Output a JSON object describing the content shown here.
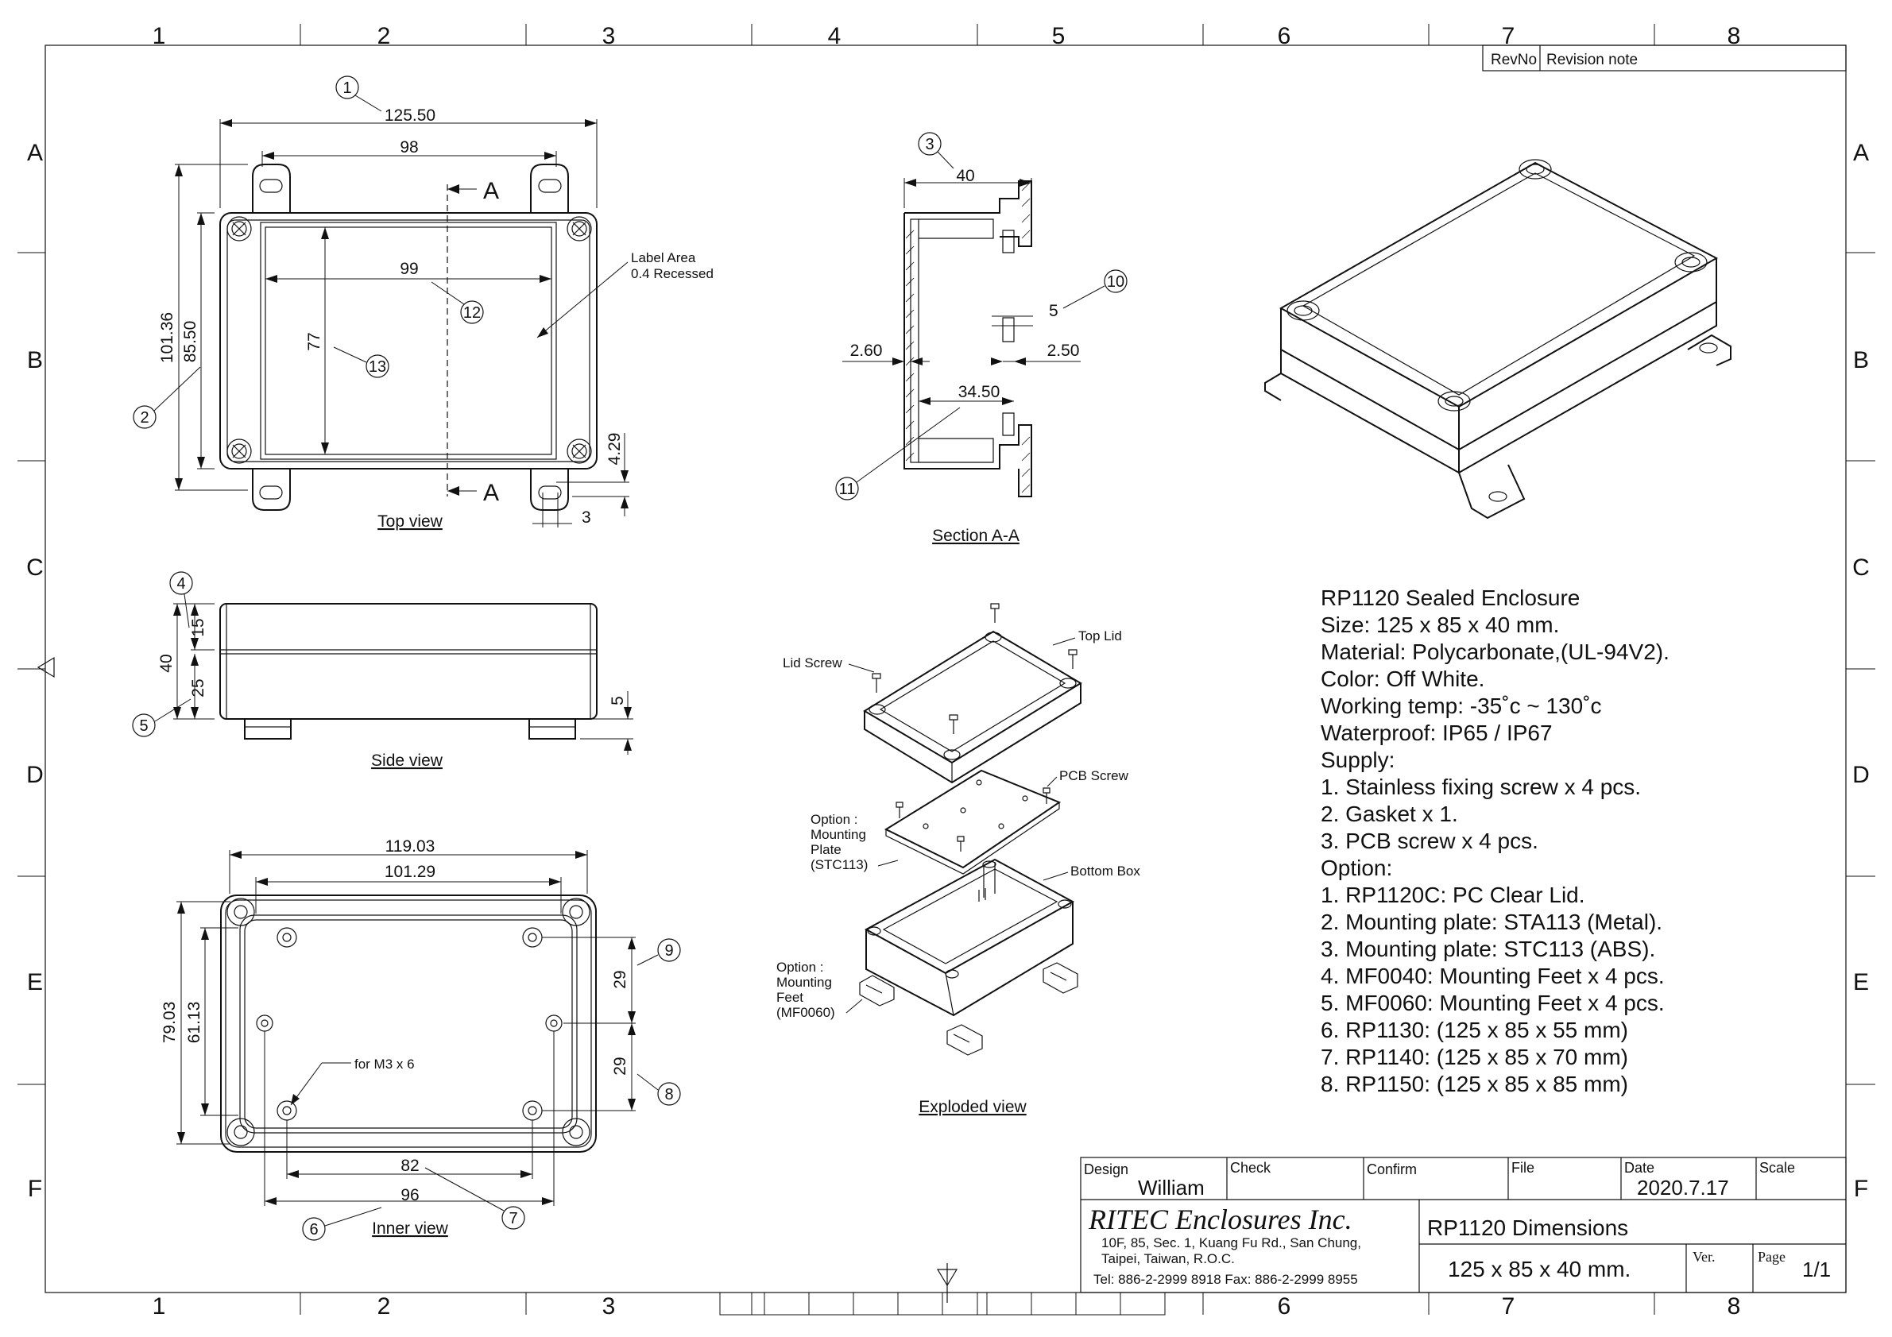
{
  "grid": {
    "columns": [
      "1",
      "2",
      "3",
      "4",
      "5",
      "6",
      "7",
      "8"
    ],
    "rows": [
      "A",
      "B",
      "C",
      "D",
      "E",
      "F"
    ]
  },
  "revision": {
    "col1": "RevNo",
    "col2": "Revision note"
  },
  "views": {
    "top": "Top view",
    "section": "Section A-A",
    "side": "Side view",
    "inner": "Inner view",
    "exploded": "Exploded view"
  },
  "top_view": {
    "dim_overall_w": "125.50",
    "dim_hole_pitch": "98",
    "dim_label_w": "99",
    "dim_label_h": "77",
    "dim_overall_h": "101.36",
    "dim_body_h": "85.50",
    "dim_foot": "4.29",
    "dim_slot": "3",
    "label_area_1": "Label Area",
    "label_area_2": "0.4 Recessed",
    "section_mark": "A"
  },
  "section_view": {
    "dim_height": "40",
    "dim_wall_l": "2.60",
    "dim_wall_r": "2.50",
    "dim_inner": "34.50",
    "dim_lip": "5"
  },
  "side_view": {
    "dim_total": "40",
    "dim_lid": "15",
    "dim_base": "25",
    "dim_foot": "5"
  },
  "inner_view": {
    "dim_outer_w": "119.03",
    "dim_inner_w": "101.29",
    "dim_outer_h": "79.03",
    "dim_inner_h": "61.13",
    "dim_boss_1": "29",
    "dim_boss_2": "29",
    "dim_boss_x": "82",
    "dim_boss_x2": "96",
    "screw_note": "for M3 x 6"
  },
  "balloons": [
    "1",
    "2",
    "3",
    "4",
    "5",
    "6",
    "7",
    "8",
    "9",
    "10",
    "11",
    "12",
    "13"
  ],
  "exploded": {
    "top_lid": "Top Lid",
    "lid_screw": "Lid Screw",
    "pcb_screw": "PCB Screw",
    "plate_1": "Option :",
    "plate_2": "Mounting",
    "plate_3": "Plate",
    "plate_4": "(STC113)",
    "bottom_box": "Bottom Box",
    "feet_1": "Option :",
    "feet_2": "Mounting",
    "feet_3": "Feet",
    "feet_4": "(MF0060)"
  },
  "specs": [
    "RP1120 Sealed Enclosure",
    "Size: 125 x 85 x 40 mm.",
    "Material: Polycarbonate,(UL-94V2).",
    "Color: Off White.",
    "Working temp: -35˚c ~ 130˚c",
    "Waterproof: IP65 / IP67",
    "Supply:",
    "1. Stainless fixing screw x 4 pcs.",
    "2. Gasket x 1.",
    "3. PCB screw x 4 pcs.",
    "Option:",
    "1. RP1120C: PC Clear Lid.",
    "2. Mounting plate: STA113 (Metal).",
    "3. Mounting plate: STC113 (ABS).",
    "4. MF0040: Mounting Feet x 4 pcs.",
    "5. MF0060: Mounting Feet x 4 pcs.",
    "6. RP1130: (125 x 85 x 55 mm)",
    "7. RP1140: (125 x 85 x 70 mm)",
    "8. RP1150: (125 x 85 x 85 mm)"
  ],
  "title_block": {
    "design_label": "Design",
    "design_value": "William",
    "check_label": "Check",
    "confirm_label": "Confirm",
    "file_label": "File",
    "date_label": "Date",
    "date_value": "2020.7.17",
    "scale_label": "Scale",
    "company": "RITEC Enclosures Inc.",
    "address_1": "10F, 85, Sec. 1, Kuang Fu Rd., San Chung,",
    "address_2": "Taipei, Taiwan, R.O.C.",
    "contact": "Tel: 886-2-2999 8918   Fax: 886-2-2999 8955",
    "drawing_title": "RP1120 Dimensions",
    "drawing_size": "125 x 85 x 40 mm.",
    "ver_label": "Ver.",
    "page_label": "Page",
    "page_value": "1/1"
  }
}
